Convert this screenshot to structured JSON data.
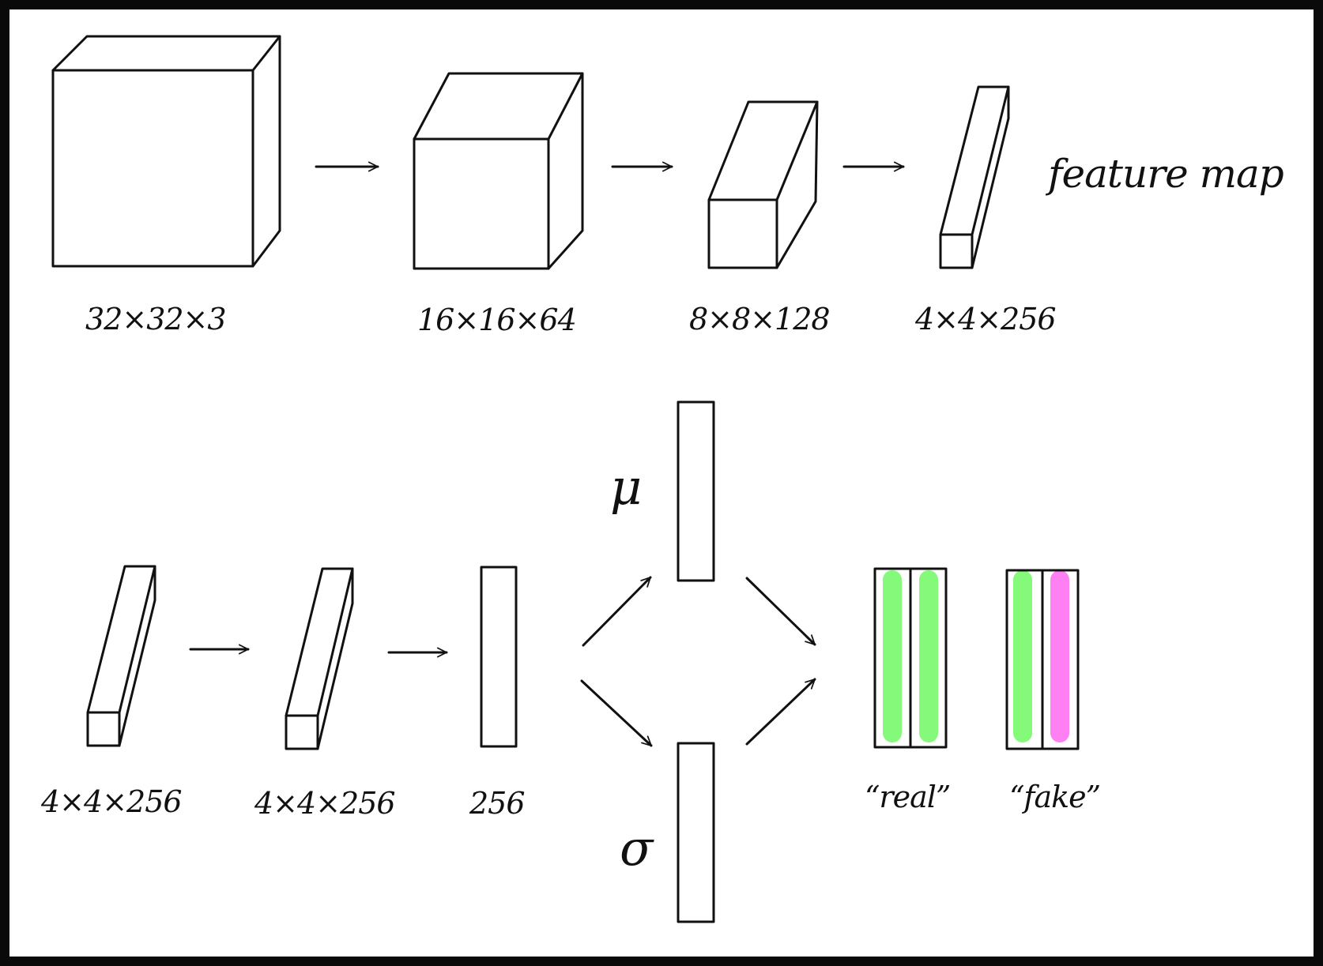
{
  "labels": {
    "top": [
      "32×32×3",
      "16×16×64",
      "8×8×128",
      "4×4×256"
    ],
    "feature_map": "feature map",
    "bottom": [
      "4×4×256",
      "4×4×256",
      "256"
    ],
    "mu": "μ",
    "sigma": "σ",
    "real": "“real”",
    "fake": "“fake”"
  },
  "colors": {
    "line": "#111111",
    "real_bar": "#84f97a",
    "fake_bar": "#ff80f3"
  }
}
